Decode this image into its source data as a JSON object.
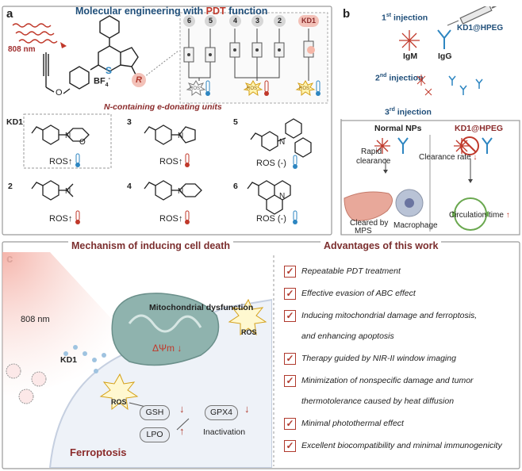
{
  "panel_a": {
    "letter": "a",
    "title_prefix": "Molecular engineering with ",
    "title_highlight": "PDT",
    "title_suffix": " function",
    "wavelength": "808 nm",
    "sulfur": "S",
    "counterion": "BF",
    "counterion_sub": "4",
    "counterion_sup": "-",
    "r_group": "R",
    "subtitle": "N-containing e-donating units",
    "level_numbers": [
      "6",
      "5",
      "4",
      "3",
      "2",
      "KD1"
    ],
    "ros_badge": "ROS",
    "compounds": [
      {
        "id": "KD1",
        "ros": "ROS↑"
      },
      {
        "id": "3",
        "ros": "ROS↑"
      },
      {
        "id": "5",
        "ros": "ROS (-)"
      },
      {
        "id": "2",
        "ros": "ROS↑"
      },
      {
        "id": "4",
        "ros": "ROS↑"
      },
      {
        "id": "6",
        "ros": "ROS (-)"
      }
    ]
  },
  "panel_b": {
    "letter": "b",
    "first_injection": "1st injection",
    "second_injection": "2nd injection",
    "third_injection": "3rd injection",
    "sup_st": "st",
    "sup_nd": "nd",
    "sup_rd": "rd",
    "word_injection": " injection",
    "num1": "1",
    "num2": "2",
    "num3": "3",
    "product": "KD1@HPEG",
    "igm": "IgM",
    "igg": "IgG",
    "normal_nps": "Normal NPs",
    "kd1_hpeg": "KD1@HPEG",
    "rapid": "Rapid",
    "clearance": "clearance",
    "clearance_rate": "Clearance rate",
    "cleared_by": "Cleared by",
    "mps": "MPS",
    "macrophage": "Macrophage",
    "circulation": "Circulation time"
  },
  "panel_c": {
    "letter": "c",
    "mechanism_title": "Mechanism of inducing cell death",
    "wavelength": "808 nm",
    "kd1": "KD1",
    "mito_dysfunction": "Mitochondrial dysfunction",
    "ros": "ROS",
    "delta_psi": "ΔΨm",
    "gsh": "GSH",
    "gpx4": "GPX4",
    "lpo": "LPO",
    "inactivation": "Inactivation",
    "ferroptosis": "Ferroptosis"
  },
  "advantages": {
    "title": "Advantages of this work",
    "items": [
      "Repeatable PDT treatment",
      "Effective evasion of ABC effect",
      "Inducing mitochondrial damage and ferroptosis,",
      "and enhancing apoptosis",
      "Therapy guided by NIR-II window imaging",
      "Minimization of nonspecific damage and tumor",
      "thermotolerance caused by heat diffusion",
      "Minimal photothermal effect",
      "Excellent biocompatibility and minimal immunogenicity"
    ]
  },
  "colors": {
    "blue_title": "#1f4e79",
    "red_accent": "#c0392b",
    "check_red": "#b03a2e",
    "frame_gray": "#8c8c8c",
    "mito_teal": "#8fb3ae",
    "structure_blue": "#2e86c1"
  }
}
